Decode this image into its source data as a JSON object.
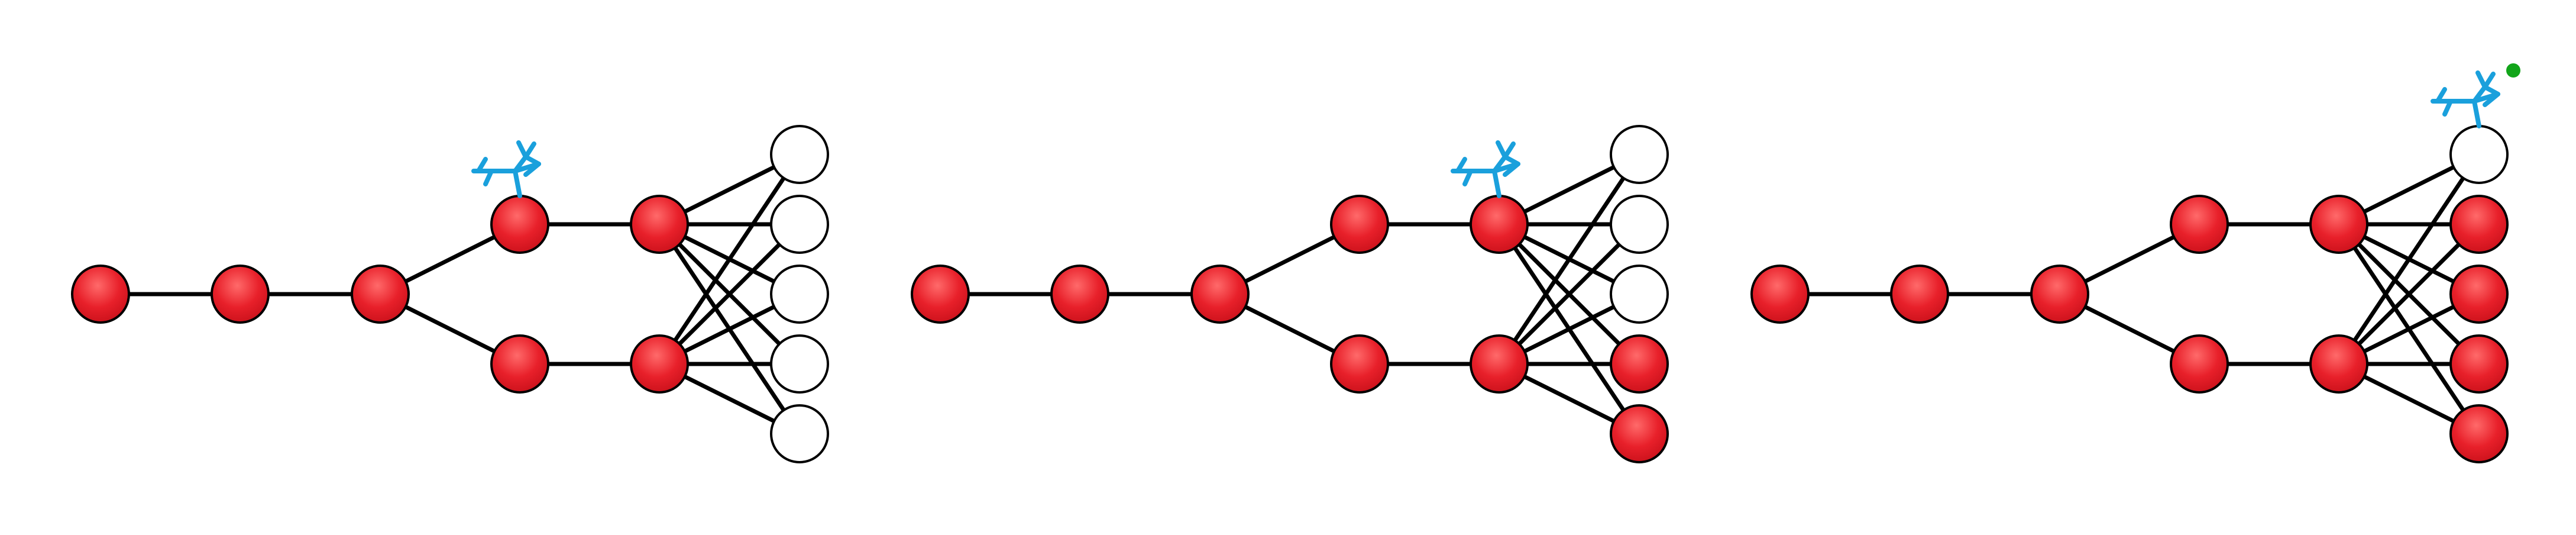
{
  "colors": {
    "background": "#ffffff",
    "edge": "#000000",
    "node_visited": "#e8202a",
    "node_unvisited": "#ffffff",
    "node_stroke": "#000000",
    "explorer_icon": "#1aa0dc",
    "goal_marker": "#12a51a"
  },
  "icons": [
    "explorer-agent-icon",
    "goal-dot-icon"
  ],
  "panels": [
    {
      "id": "panel-1",
      "agent_at": "branch-top",
      "goal_reached": false,
      "node_states": {
        "chain-1": "visited",
        "chain-2": "visited",
        "chain-3": "visited",
        "branch-top": "visited",
        "branch-bottom": "visited",
        "hub-top": "visited",
        "hub-bottom": "visited",
        "leaf-1": "unvisited",
        "leaf-2": "unvisited",
        "leaf-3": "unvisited",
        "leaf-4": "unvisited",
        "leaf-5": "unvisited"
      }
    },
    {
      "id": "panel-2",
      "agent_at": "hub-top",
      "goal_reached": false,
      "node_states": {
        "chain-1": "visited",
        "chain-2": "visited",
        "chain-3": "visited",
        "branch-top": "visited",
        "branch-bottom": "visited",
        "hub-top": "visited",
        "hub-bottom": "visited",
        "leaf-1": "unvisited",
        "leaf-2": "unvisited",
        "leaf-3": "unvisited",
        "leaf-4": "visited",
        "leaf-5": "visited"
      }
    },
    {
      "id": "panel-3",
      "agent_at": "leaf-1",
      "goal_reached": true,
      "node_states": {
        "chain-1": "visited",
        "chain-2": "visited",
        "chain-3": "visited",
        "branch-top": "visited",
        "branch-bottom": "visited",
        "hub-top": "visited",
        "hub-bottom": "visited",
        "leaf-1": "unvisited",
        "leaf-2": "visited",
        "leaf-3": "visited",
        "leaf-4": "visited",
        "leaf-5": "visited"
      }
    }
  ]
}
